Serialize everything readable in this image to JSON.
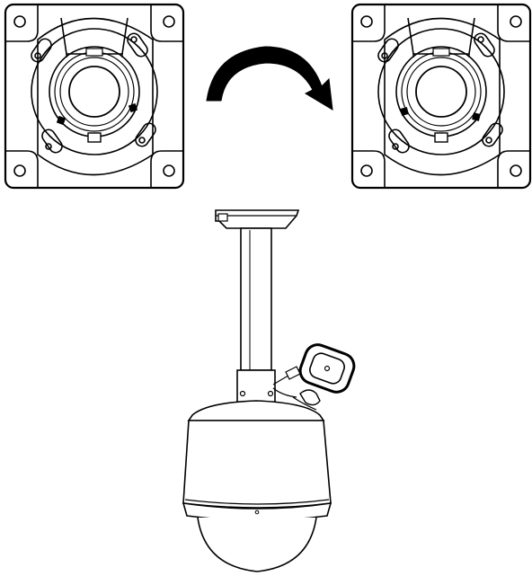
{
  "figure": {
    "kind": "line-drawing",
    "stroke_color": "#000000",
    "background_color": "#ffffff",
    "panels": [
      {
        "name": "bracket-before-rotation",
        "icon": "mounting-plate-icon"
      },
      {
        "name": "rotation-arrow",
        "icon": "rotate-clockwise-icon"
      },
      {
        "name": "bracket-after-rotation",
        "icon": "mounting-plate-icon"
      },
      {
        "name": "camera-assembly",
        "icon": "pendant-dome-camera-icon"
      }
    ]
  }
}
